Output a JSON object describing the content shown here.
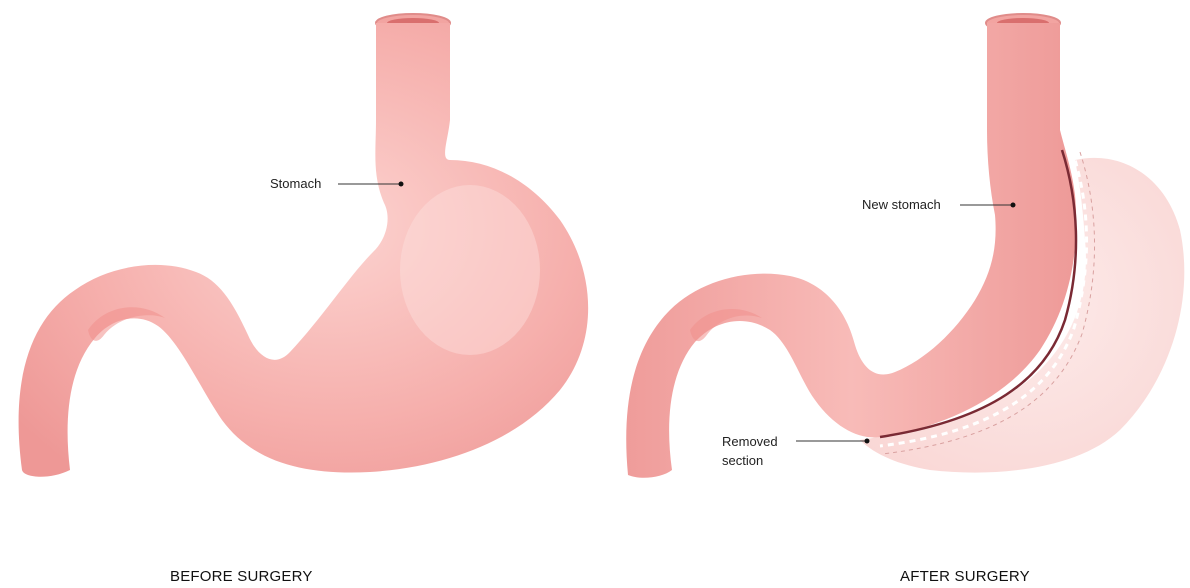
{
  "before": {
    "caption": "BEFORE SURGERY",
    "stomach_label": "Stomach"
  },
  "after": {
    "caption": "AFTER SURGERY",
    "new_stomach_label": "New stomach",
    "removed_label_line1": "Removed",
    "removed_label_line2": "section"
  },
  "colors": {
    "stomach": "#f5a9a7",
    "stomach_highlight": "#fbd0cd",
    "stomach_shadow": "#e98a88",
    "removed_section": "#fbe1df",
    "staple_line": "#7a2a34",
    "background": "#ffffff"
  }
}
